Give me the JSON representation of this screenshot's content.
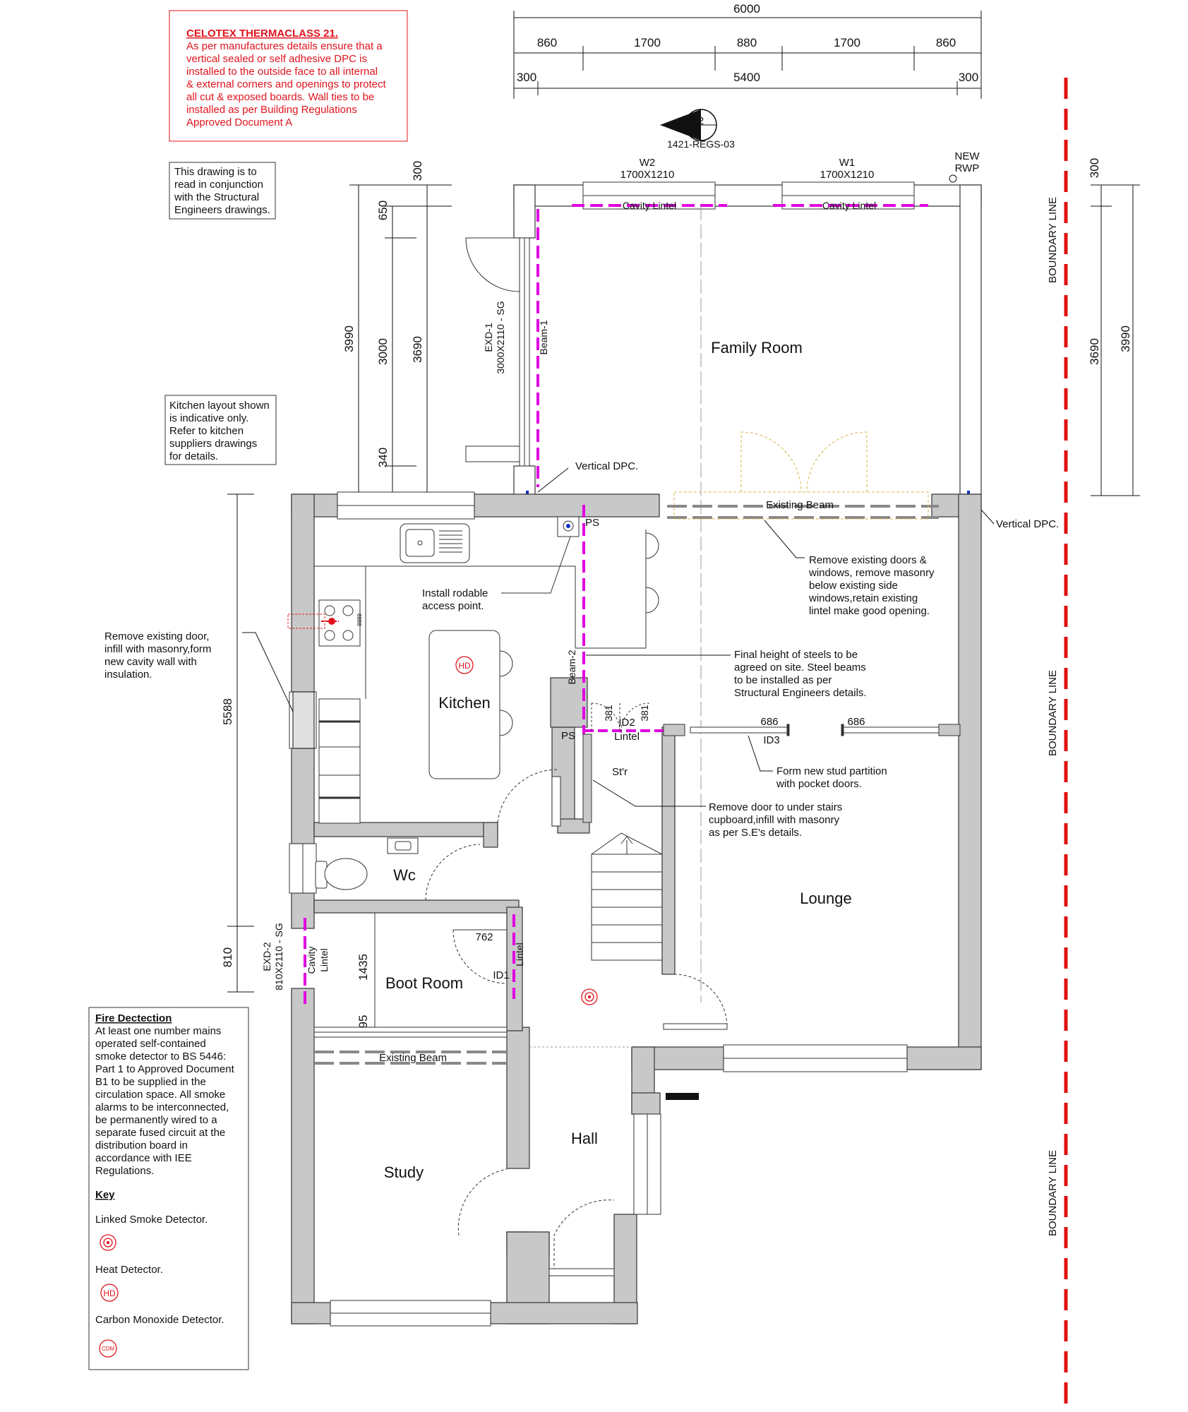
{
  "notes": {
    "celotex_title": "CELOTEX THERMACLASS 21.",
    "celotex_lines": [
      "As per manufactures details ensure that a",
      "vertical sealed or self adhesive DPC is",
      "installed to the outside face to all internal",
      "& external corners and openings to protect",
      "all cut & exposed boards. Wall ties to be",
      "installed as per Building Regulations",
      "Approved Document A"
    ],
    "structural_lines": [
      "This drawing is to",
      "read in conjunction",
      "with the Structural",
      "Engineers drawings."
    ],
    "kitchen_lines": [
      "Kitchen layout shown",
      "is indicative only.",
      "Refer to kitchen",
      "suppliers drawings",
      "for details."
    ]
  },
  "fire": {
    "title": "Fire Dectection",
    "lines": [
      "At least one number mains",
      "operated self-contained",
      "smoke detector to BS 5446:",
      "Part 1 to Approved Document",
      "B1 to be supplied in the",
      "circulation space. All smoke",
      "alarms to be interconnected,",
      "be permanently wired to a",
      "separate fused circuit at the",
      "distribution board in",
      "accordance with IEE",
      "Regulations."
    ],
    "key_title": "Key",
    "smoke_label": "Linked Smoke Detector.",
    "heat_label": "Heat Detector.",
    "co_label": "Carbon Monoxide Detector.",
    "heat_symbol": "HD",
    "co_symbol": "CDM"
  },
  "dims": {
    "top_total": "6000",
    "top_segments": [
      "860",
      "1700",
      "880",
      "1700",
      "860"
    ],
    "top_inner": [
      "300",
      "5400",
      "300"
    ],
    "left_ext_total": "3990",
    "left_ext_parts": [
      "300",
      "650",
      "3000",
      "340"
    ],
    "left_ext_inner": "3690",
    "right_ext": [
      "300",
      "3690",
      "3990"
    ],
    "left_house": [
      "5588",
      "810"
    ],
    "boot_room": [
      "1435",
      "95",
      "762"
    ],
    "doors": [
      "686",
      "686",
      "381",
      "381"
    ]
  },
  "section": {
    "number": "2",
    "ref": "1421-REGS-03"
  },
  "windows": {
    "w2_name": "W2",
    "w2_size": "1700X1210",
    "w1_name": "W1",
    "w1_size": "1700X1210",
    "new_rwp": [
      "NEW",
      "RWP"
    ]
  },
  "labels": {
    "cavity_lintel": "Cavity Lintel",
    "cavity": "Cavity",
    "lintel": "Lintel",
    "exd1": "EXD-1",
    "exd1_size": "3000X2110 - SG",
    "exd2": "EXD-2",
    "exd2_size": "810X2110 - SG",
    "beam1": "Beam-1",
    "beam2": "Beam-2",
    "vertical_dpc": "Vertical DPC.",
    "existing_beam": "Existing Beam",
    "ps": "PS",
    "id1": "ID1",
    "id2": "ID2",
    "id3": "ID3",
    "str": "St'r",
    "boundary": "BOUNDARY LINE",
    "hob_nums": "8888"
  },
  "rooms": {
    "family_room": "Family Room",
    "kitchen": "Kitchen",
    "wc": "Wc",
    "lounge": "Lounge",
    "boot_room": "Boot Room",
    "hall": "Hall",
    "study": "Study"
  },
  "annotations": {
    "remove_door": [
      "Remove existing door,",
      "infill with masonry,form",
      "new cavity wall with",
      "insulation."
    ],
    "rodable": [
      "Install rodable",
      "access point."
    ],
    "remove_windows": [
      "Remove existing doors &",
      "windows, remove masonry",
      "below existing side",
      "windows,retain existing",
      "lintel make good opening."
    ],
    "steels": [
      "Final height of steels to be",
      "agreed on site. Steel beams",
      "to be installed as per",
      "Structural Engineers details."
    ],
    "stud": [
      "Form new stud partition",
      "with pocket doors."
    ],
    "under_stairs": [
      "Remove door to under stairs",
      "cupboard,infill with masonry",
      "as per S.E's details."
    ]
  },
  "colors": {
    "wall_fill": "#c8c8c8",
    "wall_line": "#333333",
    "note_red": "#e0141e",
    "lintel_magenta": "#e000e0",
    "boundary_red": "#e01010"
  }
}
